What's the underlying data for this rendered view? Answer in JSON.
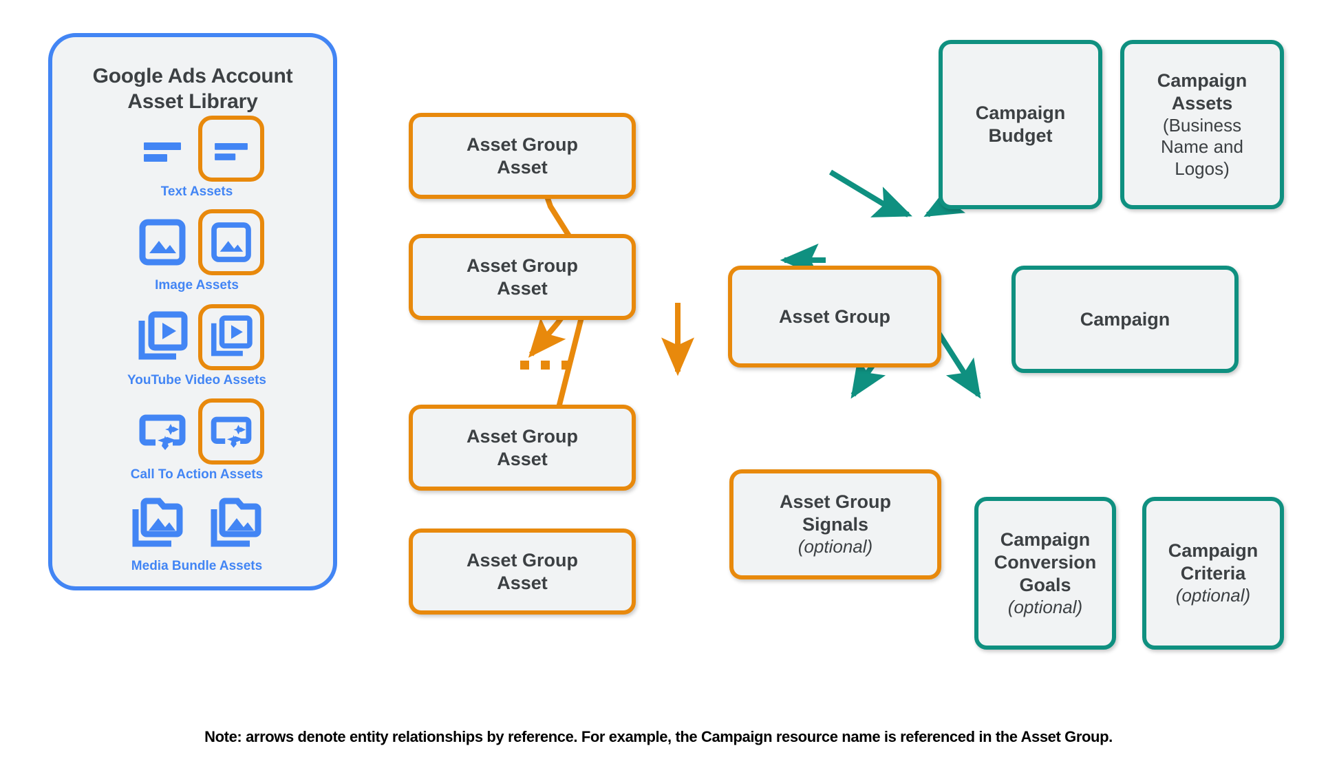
{
  "library": {
    "title": "Google Ads Account\nAsset Library",
    "title_line1": "Google Ads Account",
    "title_line2": "Asset Library",
    "assets": [
      {
        "caption": "Text Assets",
        "icon": "text-asset-icon",
        "highlighted": true
      },
      {
        "caption": "Image Assets",
        "icon": "image-asset-icon",
        "highlighted": true
      },
      {
        "caption": "YouTube Video  Assets",
        "icon": "video-asset-icon",
        "highlighted": true
      },
      {
        "caption": "Call To Action Assets",
        "icon": "call-to-action-asset-icon",
        "highlighted": true
      },
      {
        "caption": "Media Bundle  Assets",
        "icon": "media-bundle-asset-icon",
        "highlighted": false
      }
    ]
  },
  "asset_group_assets": [
    {
      "label": "Asset Group\nAsset",
      "line1": "Asset Group",
      "line2": "Asset"
    },
    {
      "label": "Asset Group\nAsset",
      "line1": "Asset Group",
      "line2": "Asset"
    },
    {
      "label": "Asset Group\nAsset",
      "line1": "Asset Group",
      "line2": "Asset"
    },
    {
      "label": "Asset Group\nAsset",
      "line1": "Asset Group",
      "line2": "Asset"
    }
  ],
  "ellipsis": "...",
  "nodes": {
    "asset_group": {
      "label": "Asset Group"
    },
    "asset_group_signals": {
      "line1": "Asset Group",
      "line2": "Signals",
      "optional": "(optional)"
    },
    "campaign_budget": {
      "line1": "Campaign",
      "line2": "Budget"
    },
    "campaign_assets": {
      "line1": "Campaign",
      "line2": "Assets",
      "detail": "(Business\nName and\nLogos)",
      "detail_l1": "(Business",
      "detail_l2": "Name and",
      "detail_l3": "Logos)"
    },
    "campaign": {
      "label": "Campaign"
    },
    "campaign_conversion_goals": {
      "line1": "Campaign",
      "line2": "Conversion",
      "line3": "Goals",
      "optional": "(optional)"
    },
    "campaign_criteria": {
      "line1": "Campaign",
      "line2": "Criteria",
      "optional": "(optional)"
    }
  },
  "footer": {
    "note": "Note: arrows denote entity relationships by reference. For example, the Campaign resource name is referenced in the Asset Group."
  },
  "colors": {
    "blue": "#4285F4",
    "orange": "#E8890C",
    "teal": "#0F9080",
    "box_fill": "#F1F3F4",
    "text": "#3C4043"
  }
}
